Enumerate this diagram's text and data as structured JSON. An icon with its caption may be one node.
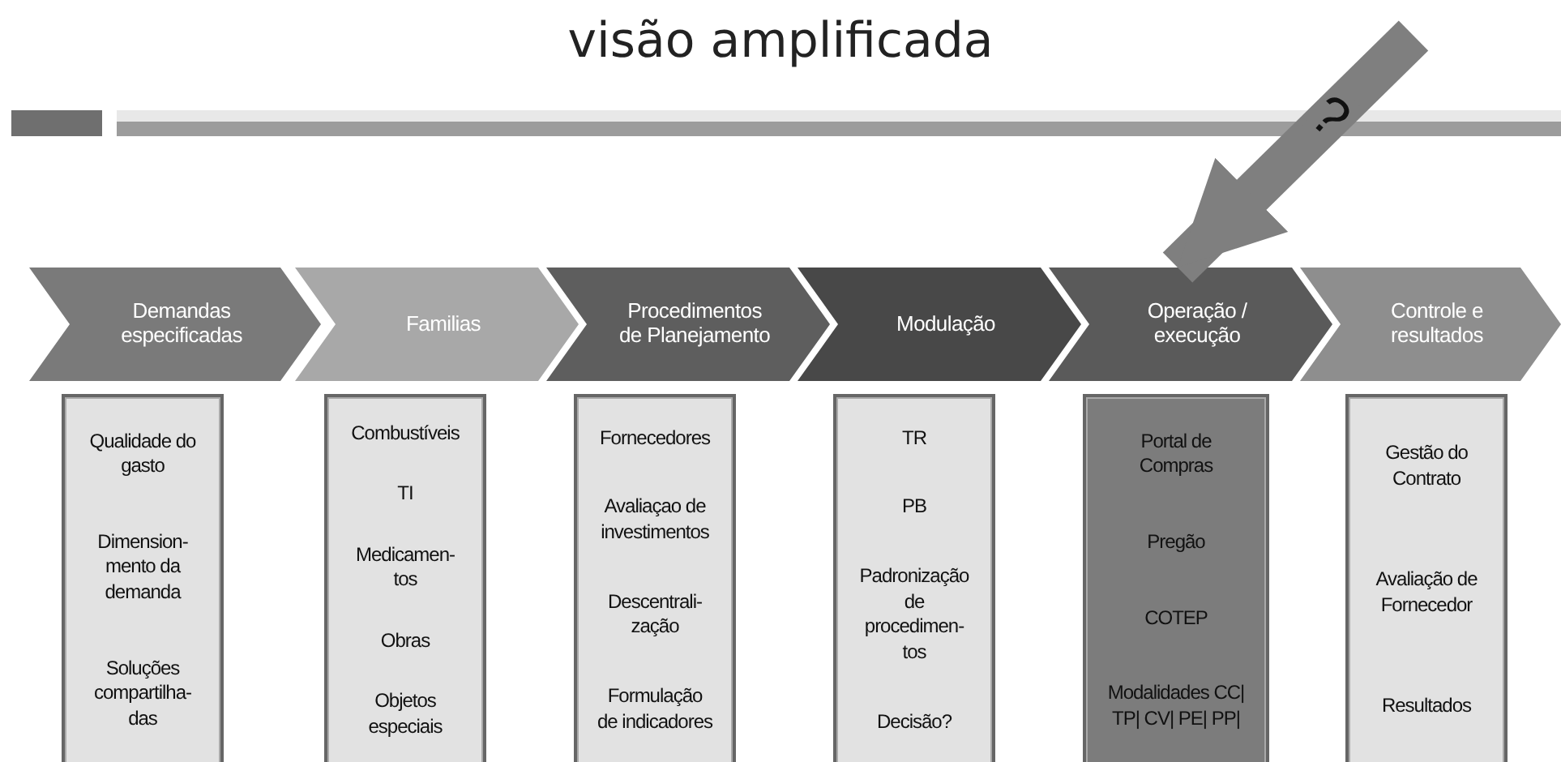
{
  "diagram": {
    "title": "visão amplificada",
    "nodes": [
      {
        "text": [
          "Demandas especificadas"
        ]
      },
      {
        "text": [
          "Familias"
        ]
      },
      {
        "text": [
          "Procedimentos de Planejamento"
        ]
      },
      {
        "text": [
          "Modulação"
        ]
      },
      {
        "text": [
          "Operação / execução"
        ]
      },
      {
        "text": [
          "Controle e resultados"
        ]
      },
      {
        "text": [
          "Qualidade do gasto",
          "Dimension- mento da demanda",
          "Soluções compartilha- das"
        ]
      },
      {
        "text": [
          "Combustíveis",
          "TI",
          "Medicamen- tos",
          "Obras",
          "Objetos especiais"
        ]
      },
      {
        "text": [
          "Fornecedores",
          "Avaliaçao de investimentos",
          "Descentrali- zação",
          "Formulação de indicadores"
        ]
      },
      {
        "text": [
          "TR",
          "PB",
          "Padronização de procedimen- tos",
          "Decisão?"
        ]
      },
      {
        "text": [
          "Portal de Compras",
          "Pregão",
          "COTEP",
          "Modalidades CC| TP| CV| PE| PP|"
        ]
      },
      {
        "text": [
          "Gestão do Contrato",
          "Avaliação de Fornecedor",
          "Resultados"
        ]
      }
    ],
    "edges": [
      {
        "from": null,
        "to": 4,
        "arrow": "to",
        "label": "?"
      }
    ]
  }
}
